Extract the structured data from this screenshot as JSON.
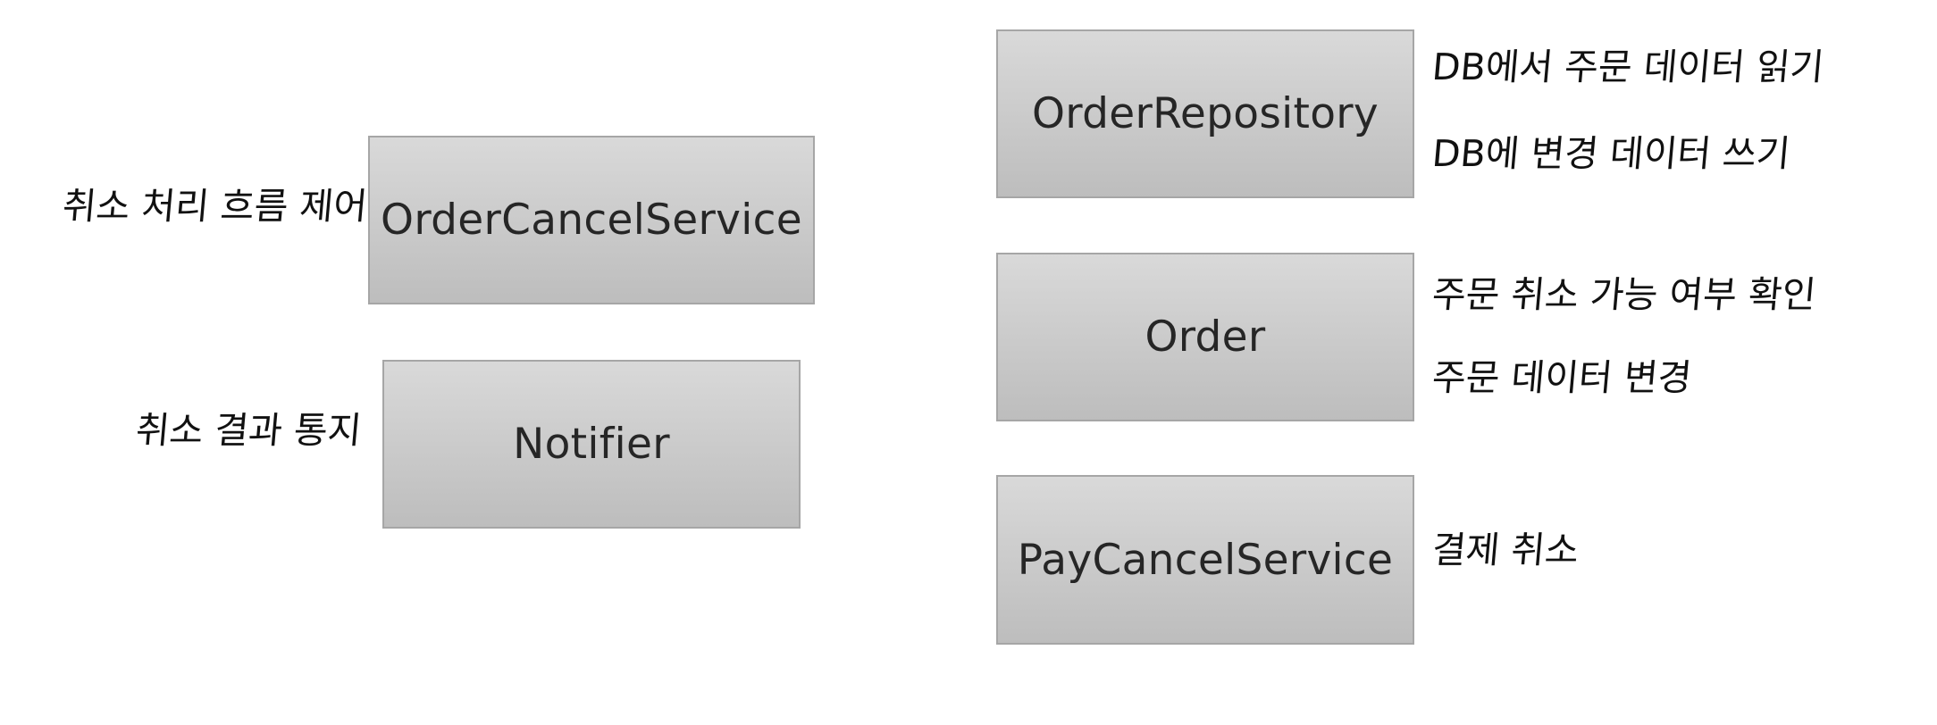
{
  "boxes": {
    "order_cancel_service": "OrderCancelService",
    "notifier": "Notifier",
    "order_repository": "OrderRepository",
    "order": "Order",
    "pay_cancel_service": "PayCancelService"
  },
  "notes": {
    "cancel_flow": "취소 처리 흐름 제어",
    "notify": "취소 결과 통지",
    "repo_read": "DB에서 주문 데이터 읽기",
    "repo_write": "DB에 변경 데이터 쓰기",
    "order_check": "주문 취소 가능 여부 확인",
    "order_change": "주문 데이터 변경",
    "pay_cancel": "결제 취소"
  }
}
